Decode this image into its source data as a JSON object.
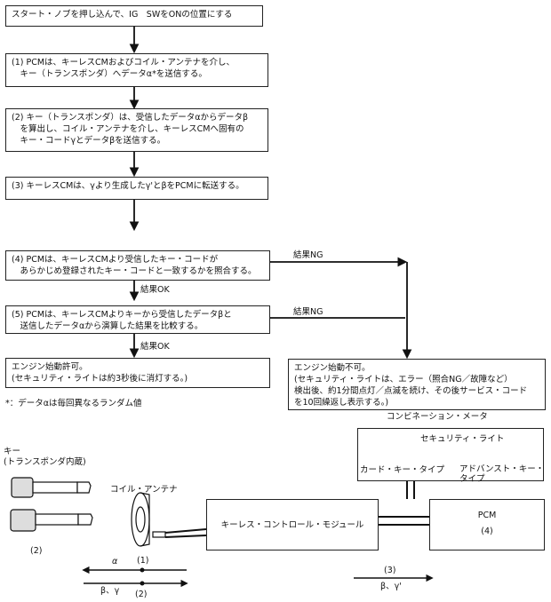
{
  "flow": {
    "step0": [
      "スタート・ノブを押し込んで、IG　SWをONの位置にする"
    ],
    "step1": [
      "(1) PCMは、キーレスCMおよびコイル・アンテナを介し、",
      "　キー（トランスポンダ）へデータα*を送信する。"
    ],
    "step2": [
      "(2) キー（トランスポンダ）は、受信したデータαからデータβ",
      "　を算出し、コイル・アンテナを介し、キーレスCMへ固有の",
      "　キー・コードγとデータβを送信する。"
    ],
    "step3": [
      "(3) キーレスCMは、γより生成したγ'とβをPCMに転送する。"
    ],
    "step4": [
      "(4) PCMは、キーレスCMより受信したキー・コードが",
      "　あらかじめ登録されたキー・コードと一致するかを照合する。"
    ],
    "step5": [
      "(5) PCMは、キーレスCMよりキーから受信したデータβと",
      "　送信したデータαから演算した結果を比較する。"
    ],
    "ok_box": [
      "エンジン始動許可。",
      "(セキュリティ・ライトは約3秒後に消灯する。)"
    ],
    "ng_box": [
      "エンジン始動不可。",
      "(セキュリティ・ライトは、エラー（照合NG／故障など）",
      "検出後、約1分間点灯／点滅を続け、その後サービス・コード",
      "を10回繰返し表示する。)"
    ],
    "result_ok": "結果OK",
    "result_ng": "結果NG",
    "footnote": "*：データαは毎回異なるランダム値"
  },
  "diagram": {
    "combination_meter": "コンビネーション・メータ",
    "security_light": "セキュリティ・ライト",
    "card_key_type": "カード・キー・タイプ",
    "advanced_key_type": [
      "アドバンスト・キー・",
      "タイプ"
    ],
    "key_label": [
      "キー",
      "(トランスポンダ内蔵)"
    ],
    "key_num": "(2)",
    "coil_antenna": "コイル・アンテナ",
    "keyless_module": "キーレス・コントロール・モジュール",
    "pcm": "PCM",
    "pcm_num": "(4)",
    "sig1_symbol": "α",
    "sig1_num": "(1)",
    "sig2_symbol": "β、γ",
    "sig2_num": "(2)",
    "sig3_num": "(3)",
    "sig3_symbol": "β、γ'"
  }
}
